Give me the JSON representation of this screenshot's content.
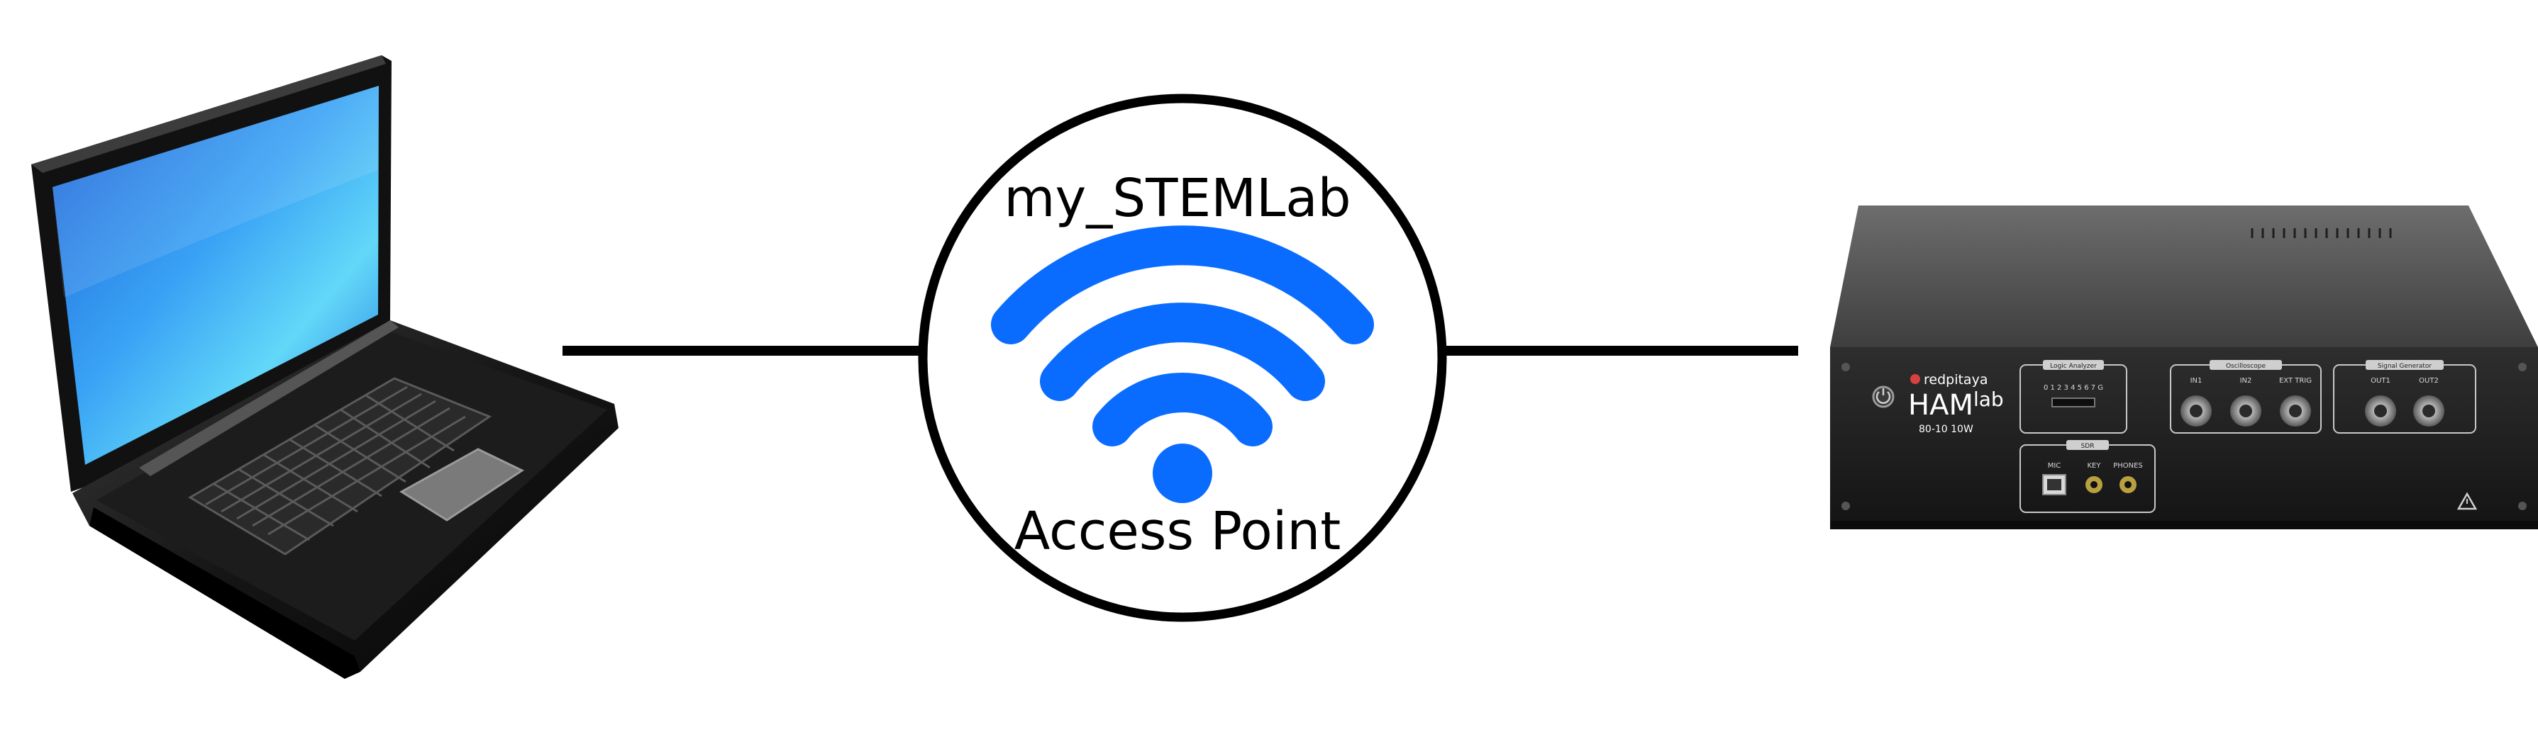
{
  "colors": {
    "background": "#ffffff",
    "line": "#000000",
    "wifi": "#0a6cff",
    "screen": "#2f8bf0",
    "laptop_body": "#1a1a1a",
    "device_body": "#2b2b2b"
  },
  "laptop": {
    "icon": "laptop-icon"
  },
  "access_point": {
    "ssid": "my_STEMLab",
    "caption": "Access Point",
    "icon": "wifi-icon"
  },
  "device": {
    "icon": "redpitaya-hamlab-icon",
    "brand": "redpitaya",
    "model": "HAM",
    "model_suffix": "lab",
    "model_sub": "80-10 10W",
    "sections": {
      "logic_analyzer": "Logic Analyzer",
      "logic_pins": "0 1 2 3 4 5 6 7 G",
      "oscilloscope": "Oscilloscope",
      "signal_generator": "Signal Generator",
      "sdr": "SDR"
    },
    "connectors": {
      "in1": "IN1",
      "in2": "IN2",
      "ext_trig": "EXT TRIG",
      "out1": "OUT1",
      "out2": "OUT2",
      "mic": "MIC",
      "key": "KEY",
      "phones": "PHONES"
    }
  }
}
